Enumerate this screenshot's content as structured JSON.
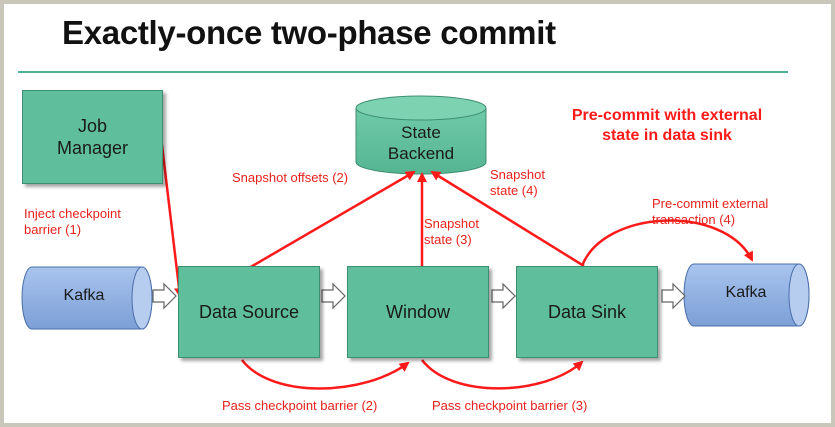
{
  "title": "Exactly-once two-phase commit",
  "headline": "Pre-commit with external\nstate in data sink",
  "nodes": {
    "job_manager": "Job\nManager",
    "state_backend": "State\nBackend",
    "kafka_source": "Kafka",
    "data_source": "Data Source",
    "window": "Window",
    "data_sink": "Data Sink",
    "kafka_sink": "Kafka"
  },
  "annotations": {
    "inject_barrier": "Inject checkpoint\nbarrier (1)",
    "snapshot_offsets": "Snapshot offsets (2)",
    "snapshot_state_3": "Snapshot\nstate (3)",
    "snapshot_state_4": "Snapshot\nstate (4)",
    "precommit_tx": "Pre-commit external\ntransaction (4)",
    "pass_barrier_2": "Pass checkpoint barrier (2)",
    "pass_barrier_3": "Pass checkpoint barrier (3)"
  },
  "colors": {
    "box_fill": "#5fbf9c",
    "kafka_fill": "#8fb0e0",
    "arrow_red": "#ff1a1a",
    "rule": "#4fb09a"
  }
}
